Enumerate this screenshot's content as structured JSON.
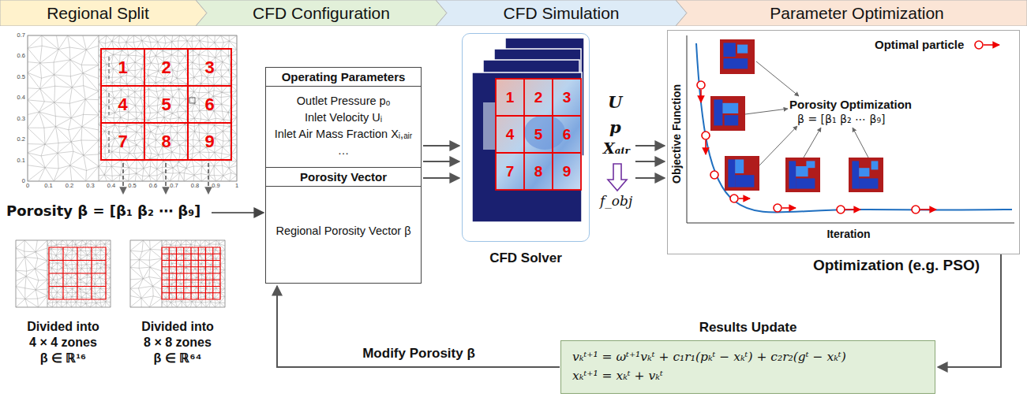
{
  "diagram": {
    "nodes": [
      {
        "text": [
          "Regional Split"
        ]
      },
      {
        "text": [
          "CFD Configuration"
        ]
      },
      {
        "text": [
          "CFD Simulation"
        ]
      },
      {
        "text": [
          "Parameter Optimization"
        ]
      },
      {
        "text": [
          "Operating Parameters",
          "Outlet Pressure pₒ",
          "Inlet Velocity Uᵢ",
          "Inlet Air Mass Fraction Xᵢ,ₐᵢᵣ",
          "…",
          "Porosity Vector",
          "Regional Porosity Vector β"
        ]
      },
      {
        "text": [
          "CFD Solver"
        ]
      },
      {
        "text": [
          "Optimization (e.g. PSO)"
        ]
      },
      {
        "text": [
          "Results Update",
          "vₖᵗ⁺¹ = ωᵗ⁺¹vₖᵗ + c₁r₁(pₖᵗ − xₖᵗ) + c₂r₂(gᵗ − xₖᵗ)",
          "xₖᵗ⁺¹ = xₖᵗ + vₖᵗ"
        ]
      }
    ],
    "edges": [
      {
        "from": 4,
        "to": 5,
        "arrow": "to"
      },
      {
        "from": 5,
        "to": 6,
        "arrow": "to"
      },
      {
        "from": 6,
        "to": 7,
        "arrow": "to"
      },
      {
        "from": 7,
        "to": 4,
        "label": "Modify Porosity β",
        "arrow": "to"
      }
    ],
    "labels": [
      "1",
      "2",
      "3",
      "4",
      "5",
      "6",
      "7",
      "8",
      "9",
      "Porosity β = [β₁ β₂ ⋯ β₉]",
      "Divided into 4 × 4 zones β ∈ ℝ¹⁶",
      "Divided into 8 × 8 zones β ∈ ℝ⁶⁴",
      "1",
      "2",
      "3",
      "4",
      "5",
      "6",
      "7",
      "8",
      "9",
      "U",
      "p",
      "Xₐᵢᵣ",
      "f_obj",
      "Optimal particle",
      "Porosity Optimization",
      "β = [β₁ β₂ ⋯ β₉]",
      "Objective Function",
      "Iteration",
      "0.7",
      "0.6",
      "0.5",
      "0.4",
      "0.3",
      "0.2",
      "0.1",
      "0",
      "0",
      "0.1",
      "0.2",
      "0.3",
      "0.4",
      "0.5",
      "0.6",
      "0.7",
      "0.8",
      "0.9",
      "1"
    ]
  }
}
